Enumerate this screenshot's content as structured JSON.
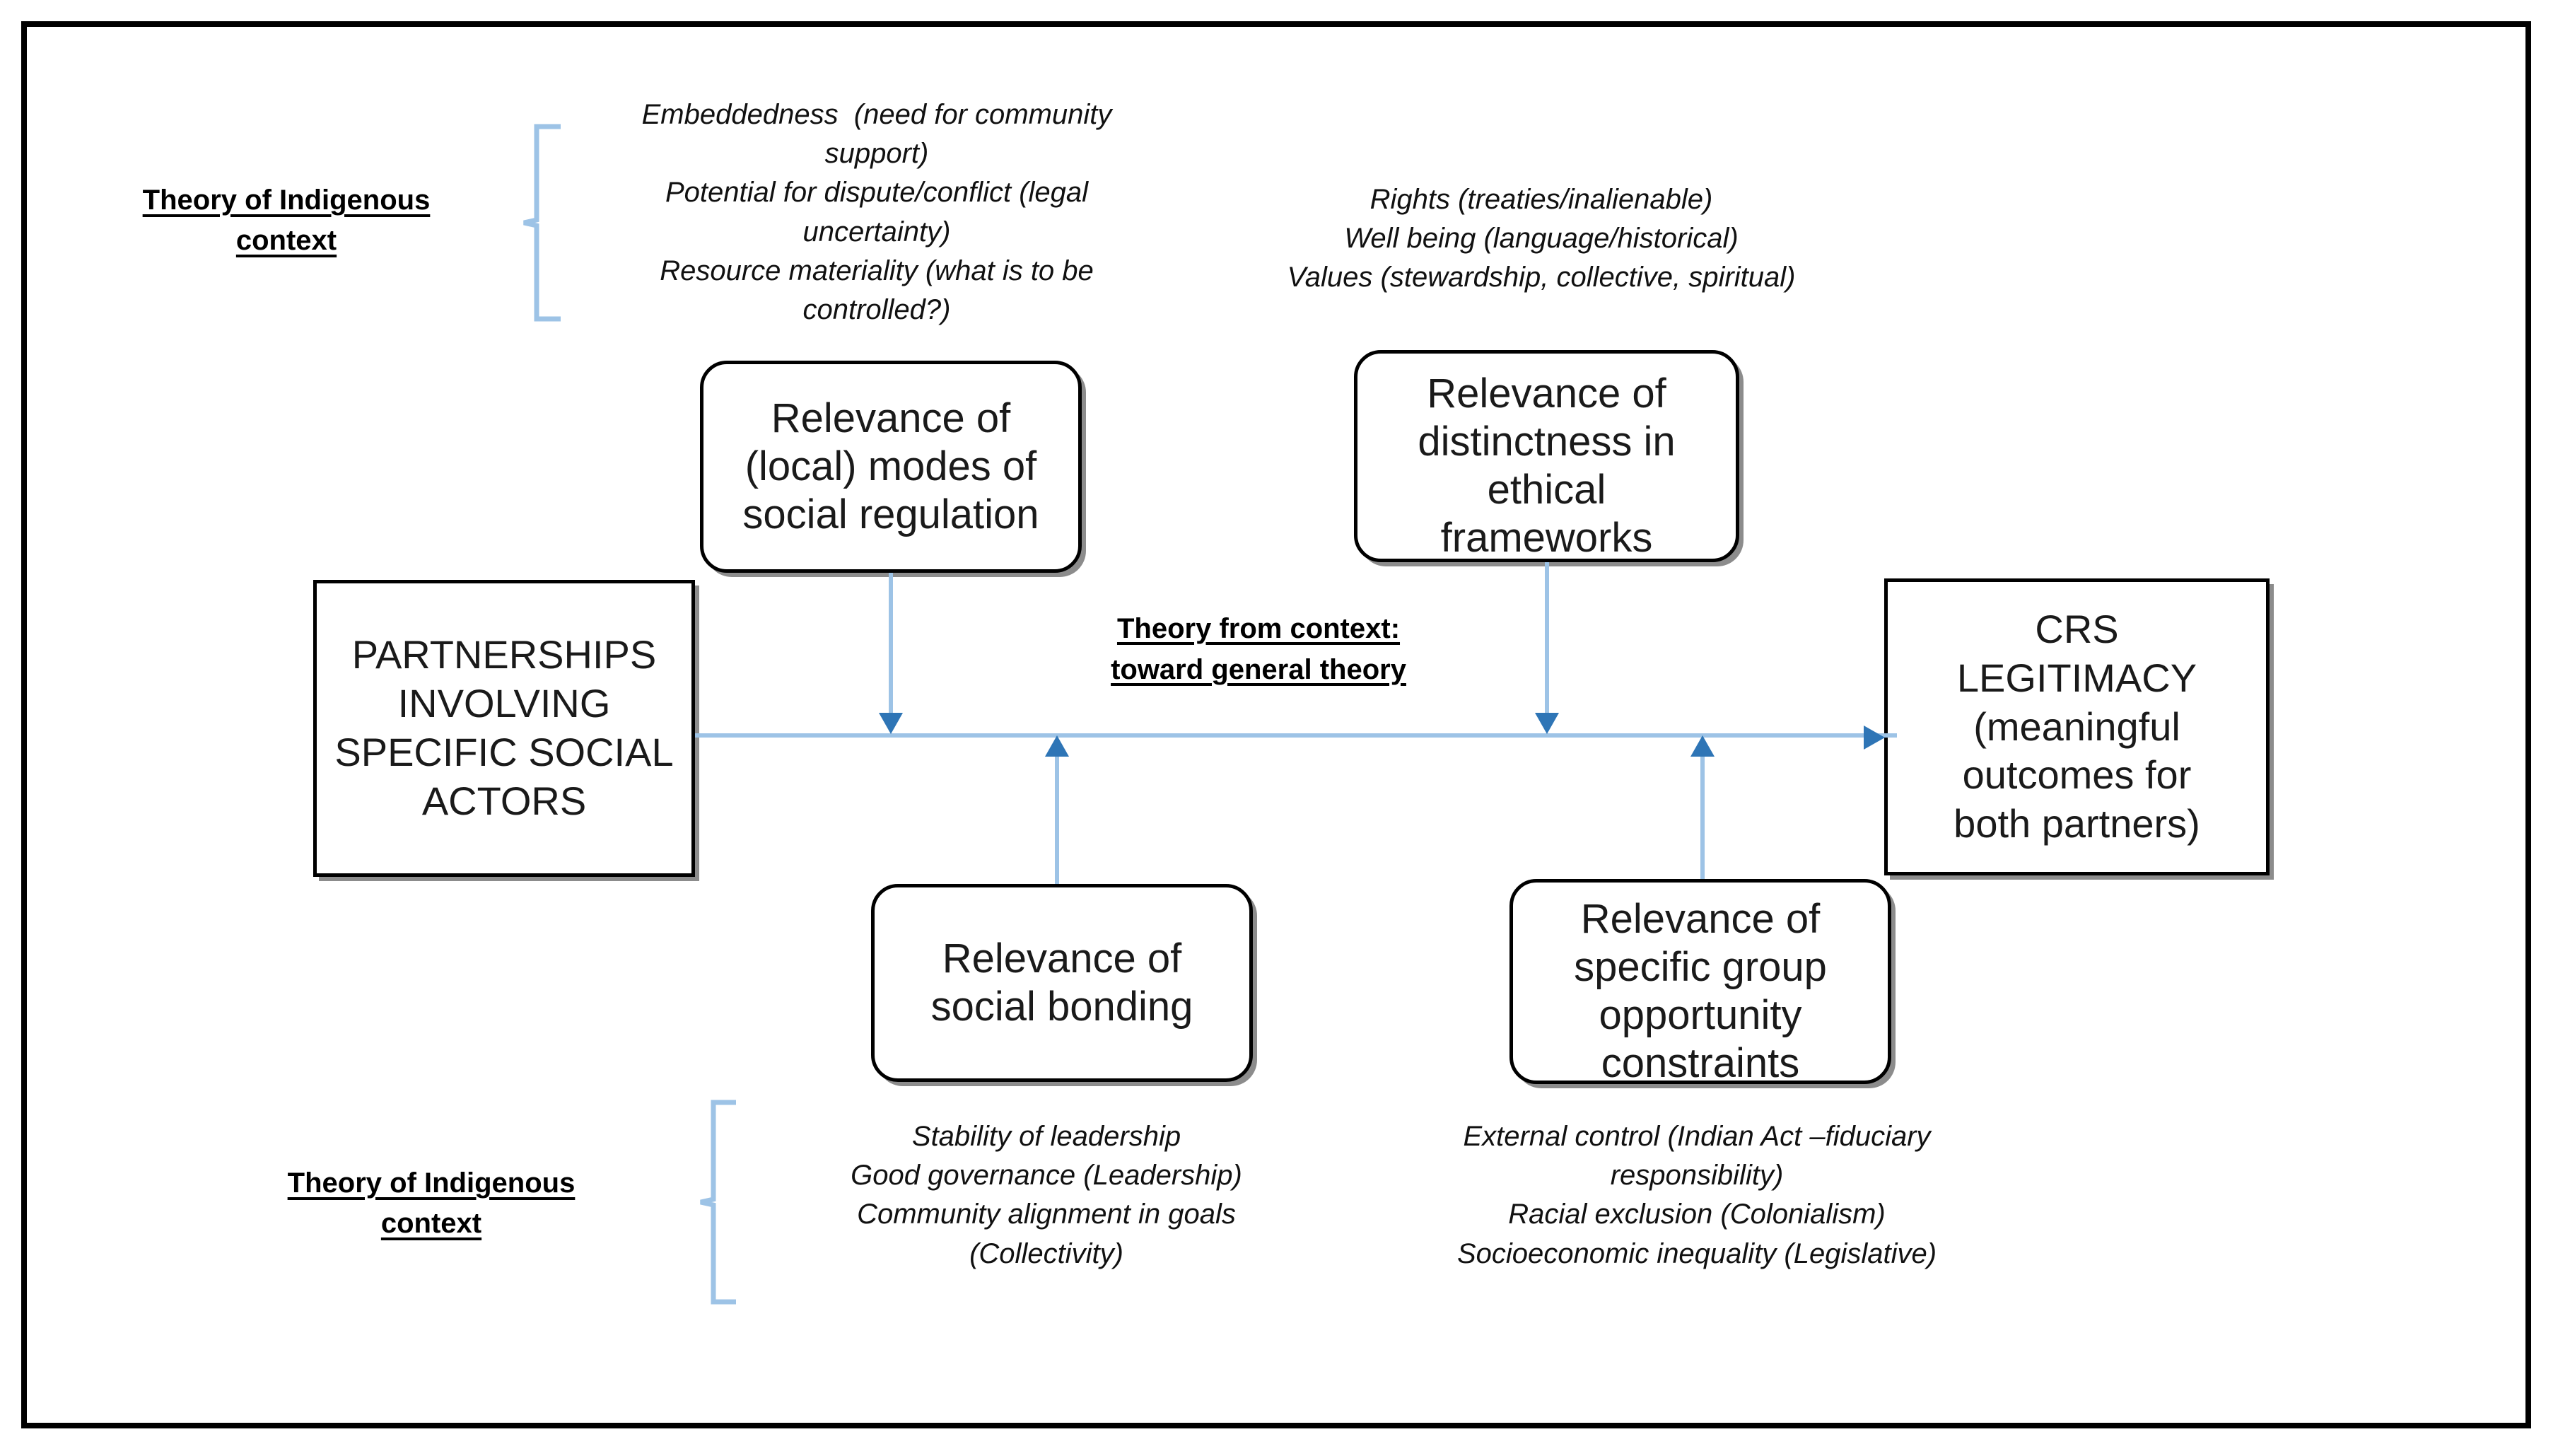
{
  "diagram": {
    "title": "Theory of Indigenous context and CRS legitimacy framework",
    "accent_line_color": "#9DC3E6",
    "accent_arrow_color": "#2E75B6",
    "border_color": "#000000"
  },
  "annotations": {
    "top_left_label": {
      "line1": "Theory of Indigenous",
      "line2": "context"
    },
    "bottom_left_label": {
      "line1": "Theory of Indigenous",
      "line2": "context"
    },
    "spine_label": {
      "line1": "Theory from context:",
      "line2": "toward general theory"
    }
  },
  "lists": {
    "top_left": [
      "Embeddedness  (need for community",
      "support)",
      "Potential for dispute/conflict (legal",
      "uncertainty)",
      "Resource materiality (what is to be",
      "controlled?)"
    ],
    "top_right": [
      "Rights (treaties/inalienable)",
      "Well being (language/historical)",
      "Values (stewardship, collective, spiritual)"
    ],
    "bottom_left": [
      "Stability of leadership",
      "Good governance (Leadership)",
      "Community alignment in goals",
      "(Collectivity)"
    ],
    "bottom_right": [
      "External control (Indian Act –fiduciary",
      "responsibility)",
      "Racial exclusion (Colonialism)",
      "Socioeconomic inequality (Legislative)"
    ]
  },
  "nodes": {
    "partnerships": {
      "line1": "PARTNERSHIPS",
      "line2": "INVOLVING",
      "line3": "SPECIFIC SOCIAL",
      "line4": "ACTORS"
    },
    "social_regulation": {
      "line1": "Relevance of",
      "line2": "(local) modes of",
      "line3": "social regulation"
    },
    "ethical_frameworks": {
      "line1": "Relevance of",
      "line2": "distinctness in",
      "line3": "ethical",
      "line4": "frameworks"
    },
    "social_bonding": {
      "line1": "Relevance of",
      "line2": "social bonding"
    },
    "group_constraints": {
      "line1": "Relevance of",
      "line2": "specific group",
      "line3": "opportunity",
      "line4": "constraints"
    },
    "crs_legitimacy": {
      "line1": "CRS",
      "line2": "LEGITIMACY",
      "line3": "(meaningful",
      "line4": "outcomes for",
      "line5": "both partners)"
    }
  }
}
